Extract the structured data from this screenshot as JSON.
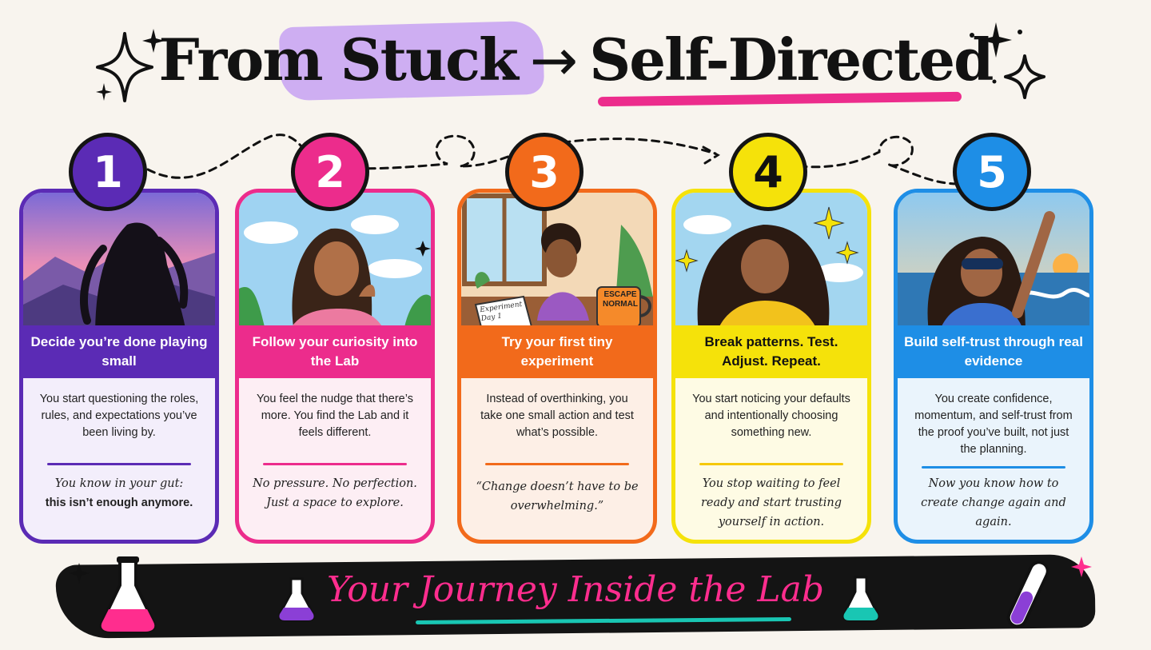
{
  "title": {
    "part1": "From Stuck",
    "arrow": "→",
    "part2": "Self-Directed"
  },
  "colors": {
    "purple": "#5b2bb5",
    "pink": "#ec2c8c",
    "orange": "#f26a1b",
    "yellow": "#f5e20a",
    "blue": "#1e8ee6",
    "background": "#f8f4ee",
    "banner_pink_text": "#ff2d8e"
  },
  "steps": [
    {
      "number": "1",
      "heading": "Decide you’re done playing small",
      "description": "You start questioning the roles, rules, and expectations you’ve been living by.",
      "quote": "You know in your gut:",
      "quote_bold": "this isn’t enough anymore."
    },
    {
      "number": "2",
      "heading": "Follow your curiosity into the Lab",
      "description": "You feel the nudge that there’s more. You find the Lab and it feels different.",
      "quote": "No pressure. No perfection. Just a space to explore."
    },
    {
      "number": "3",
      "heading": "Try your first tiny experiment",
      "description": "Instead of overthinking, you take one small action and test what’s possible.",
      "quote": "“Change doesn’t have to be overwhelming.”",
      "mug_text": "ESCAPE NORMAL",
      "notebook_text": "Experiment Day 1"
    },
    {
      "number": "4",
      "heading": "Break patterns. Test. Adjust. Repeat.",
      "description": "You start noticing your defaults and intentionally choosing something new.",
      "quote": "You stop waiting to feel ready and start trusting yourself in action."
    },
    {
      "number": "5",
      "heading": "Build self-trust through real evidence",
      "description": "You create confidence, momentum, and self-trust from the proof you’ve built, not just the planning.",
      "quote": "Now you know how to create change again and again."
    }
  ],
  "footer": {
    "tagline": "Your Journey Inside the Lab"
  },
  "icons": [
    "sparkle-icon",
    "flask-icon",
    "dashed-path-arrow"
  ]
}
